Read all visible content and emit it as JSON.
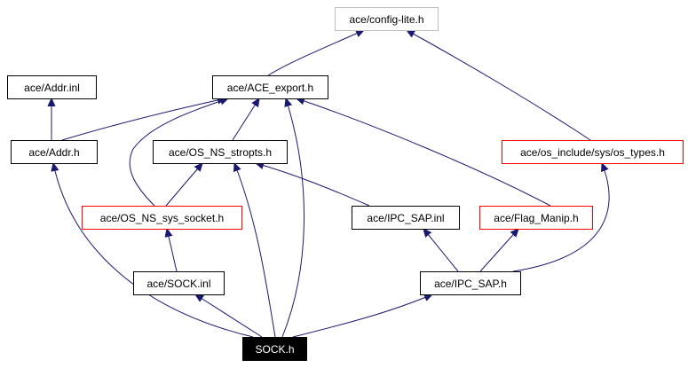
{
  "colors": {
    "edge": "#191970",
    "node_border": "#000000",
    "node_border_incomplete": "#ff0000",
    "node_border_external": "#bfbfbf",
    "root_fill": "#000000",
    "root_text": "#ffffff"
  },
  "nodes": [
    {
      "id": "config_lite",
      "label": "ace/config-lite.h",
      "style": "external"
    },
    {
      "id": "addr_inl",
      "label": "ace/Addr.inl",
      "style": "normal"
    },
    {
      "id": "ace_export",
      "label": "ace/ACE_export.h",
      "style": "normal"
    },
    {
      "id": "addr_h",
      "label": "ace/Addr.h",
      "style": "normal"
    },
    {
      "id": "os_ns_stropts",
      "label": "ace/OS_NS_stropts.h",
      "style": "normal"
    },
    {
      "id": "os_types",
      "label": "ace/os_include/sys/os_types.h",
      "style": "incomplete"
    },
    {
      "id": "os_ns_sys_socket",
      "label": "ace/OS_NS_sys_socket.h",
      "style": "incomplete"
    },
    {
      "id": "ipc_sap_inl",
      "label": "ace/IPC_SAP.inl",
      "style": "normal"
    },
    {
      "id": "flag_manip",
      "label": "ace/Flag_Manip.h",
      "style": "incomplete"
    },
    {
      "id": "sock_inl",
      "label": "ace/SOCK.inl",
      "style": "normal"
    },
    {
      "id": "ipc_sap_h",
      "label": "ace/IPC_SAP.h",
      "style": "normal"
    },
    {
      "id": "sock_h",
      "label": "SOCK.h",
      "style": "root"
    }
  ],
  "edges": [
    {
      "from": "ace_export",
      "to": "config_lite"
    },
    {
      "from": "os_types",
      "to": "config_lite"
    },
    {
      "from": "addr_h",
      "to": "addr_inl"
    },
    {
      "from": "addr_h",
      "to": "ace_export"
    },
    {
      "from": "os_ns_stropts",
      "to": "ace_export"
    },
    {
      "from": "os_ns_sys_socket",
      "to": "ace_export"
    },
    {
      "from": "flag_manip",
      "to": "ace_export"
    },
    {
      "from": "sock_h",
      "to": "ace_export"
    },
    {
      "from": "os_ns_sys_socket",
      "to": "os_ns_stropts"
    },
    {
      "from": "ipc_sap_inl",
      "to": "os_ns_stropts"
    },
    {
      "from": "sock_h",
      "to": "os_ns_stropts"
    },
    {
      "from": "ipc_sap_h",
      "to": "ipc_sap_inl"
    },
    {
      "from": "ipc_sap_h",
      "to": "flag_manip"
    },
    {
      "from": "ipc_sap_h",
      "to": "os_types"
    },
    {
      "from": "sock_inl",
      "to": "os_ns_sys_socket"
    },
    {
      "from": "sock_h",
      "to": "addr_h"
    },
    {
      "from": "sock_h",
      "to": "sock_inl"
    },
    {
      "from": "sock_h",
      "to": "ipc_sap_h"
    }
  ]
}
